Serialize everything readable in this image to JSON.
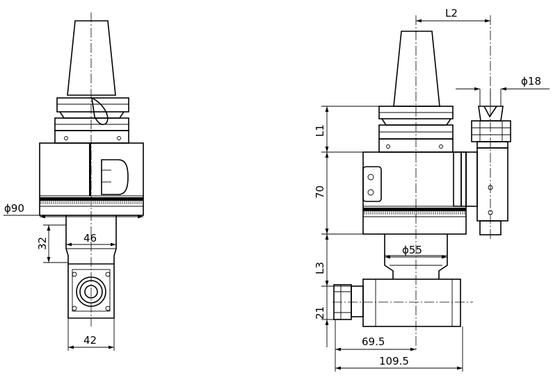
{
  "dimensions": {
    "left_diameter": "ϕ90",
    "left_offset": "32",
    "left_neck": "46",
    "left_base": "42",
    "right_l1": "L1",
    "right_l2": "L2",
    "right_l3": "L3",
    "right_height": "70",
    "right_bottom": "21",
    "right_neck": "ϕ55",
    "right_spindle": "ϕ18",
    "right_reach1": "69.5",
    "right_reach2": "109.5"
  }
}
